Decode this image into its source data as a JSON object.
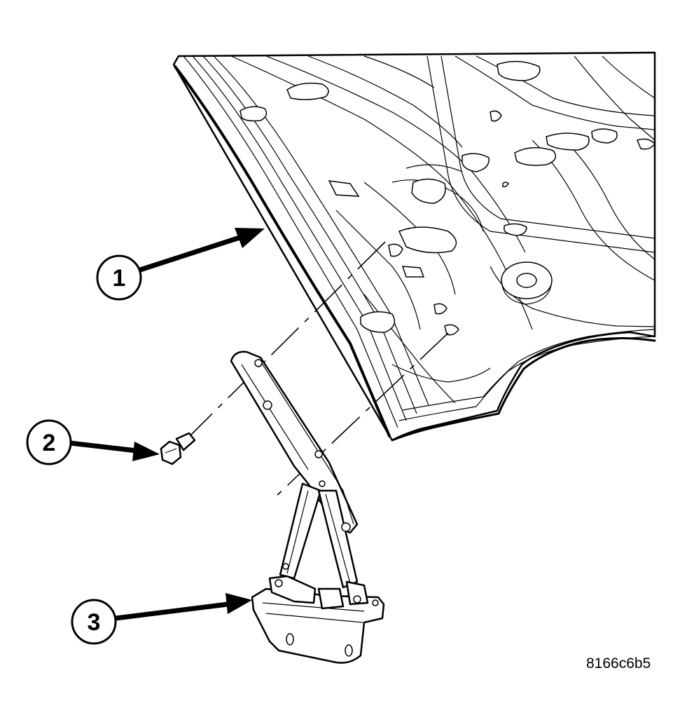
{
  "callouts": [
    {
      "id": "callout-1",
      "number": "1"
    },
    {
      "id": "callout-2",
      "number": "2"
    },
    {
      "id": "callout-3",
      "number": "3"
    }
  ],
  "figure_id": "8166c6b5",
  "colors": {
    "line": "#000000",
    "background": "#ffffff"
  }
}
